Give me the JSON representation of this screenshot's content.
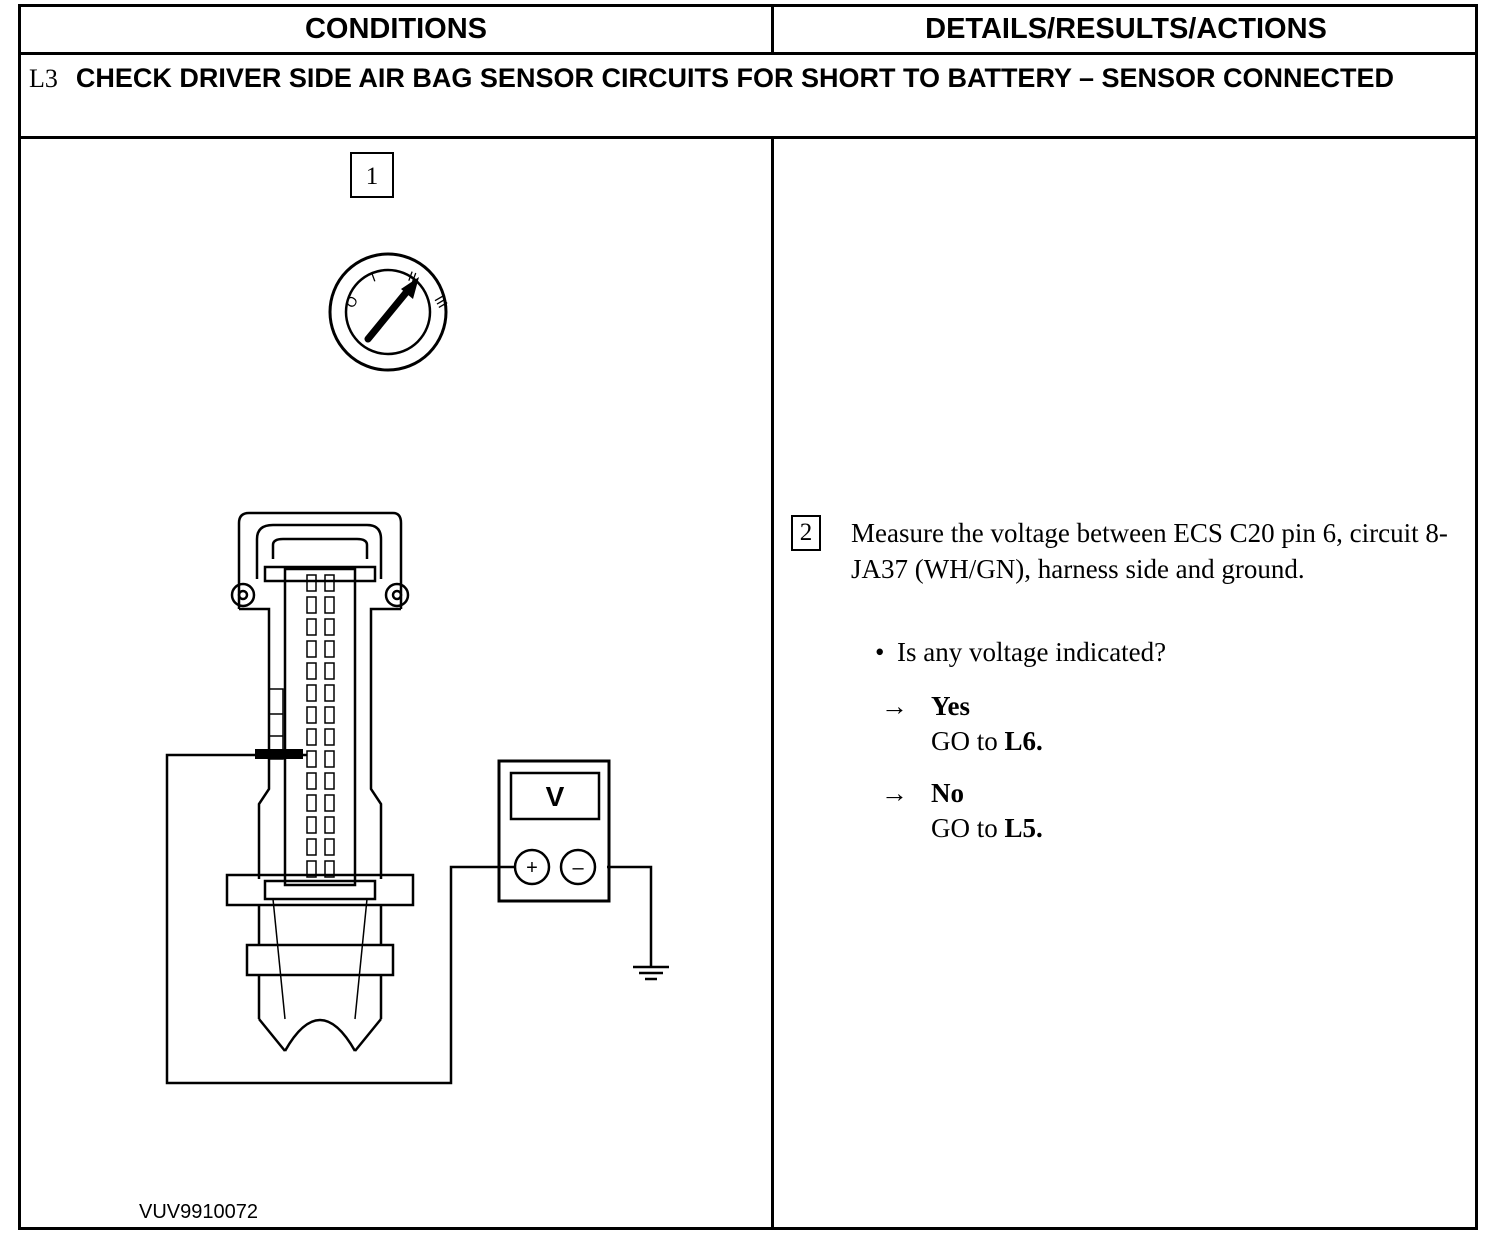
{
  "header": {
    "conditions": "CONDITIONS",
    "details": "DETAILS/RESULTS/ACTIONS"
  },
  "step": {
    "id": "L3",
    "title": "CHECK DRIVER SIDE AIR BAG SENSOR CIRCUITS FOR SHORT TO BATTERY – SENSOR CONNECTED"
  },
  "diagram": {
    "callout_1": "1",
    "ignition_positions": [
      "O",
      "I",
      "II",
      "III"
    ],
    "meter_label": "V",
    "plus_symbol": "+",
    "minus_symbol": "–",
    "figure_id": "VUV9910072"
  },
  "details": {
    "callout_2": "2",
    "instruction": "Measure the voltage between ECS C20 pin 6, circuit 8-JA37 (WH/GN), harness side and ground.",
    "question": "Is any voltage indicated?",
    "yes": {
      "arrow": "→",
      "label": "Yes",
      "go_prefix": "GO to ",
      "target": "L6."
    },
    "no": {
      "arrow": "→",
      "label": "No",
      "go_prefix": "GO to ",
      "target": "L5."
    }
  }
}
